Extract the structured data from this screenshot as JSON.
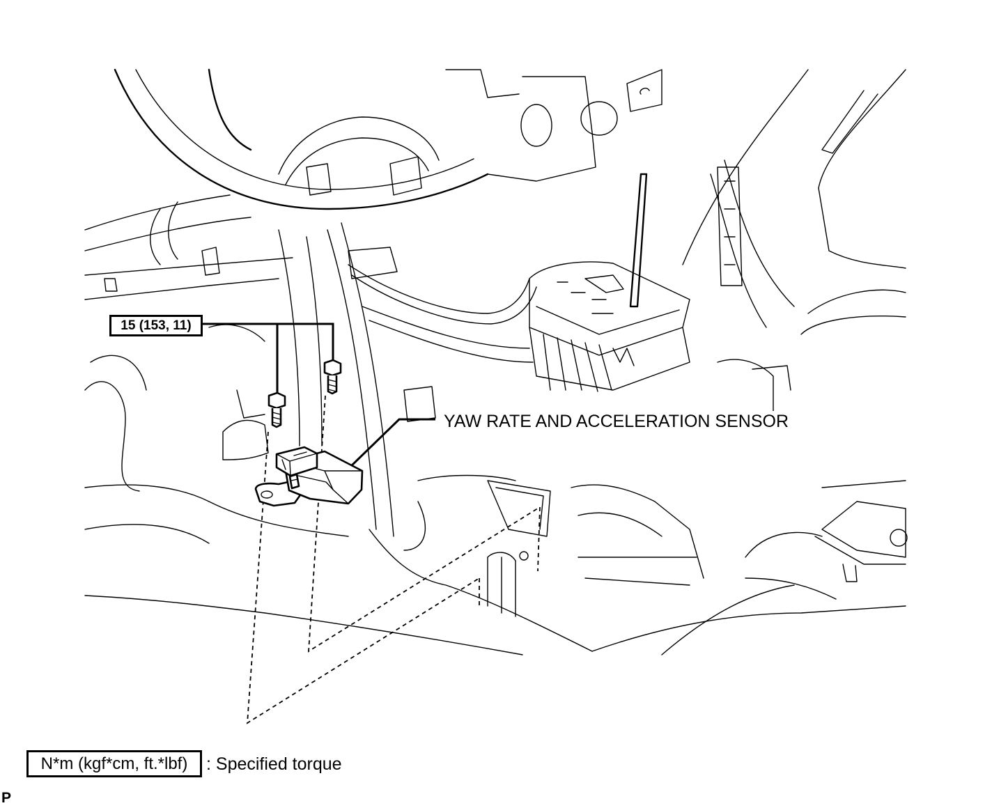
{
  "callouts": {
    "torque_value": "15 (153, 11)",
    "part_name": "YAW RATE AND ACCELERATION SENSOR"
  },
  "legend": {
    "unit_box": "N*m (kgf*cm, ft.*lbf)",
    "description": ": Specified torque"
  },
  "corner_mark": "P",
  "icons": {
    "bolt": "bolt-icon",
    "sensor": "yaw-rate-sensor-icon"
  },
  "colors": {
    "line": "#000000",
    "background": "#ffffff"
  }
}
